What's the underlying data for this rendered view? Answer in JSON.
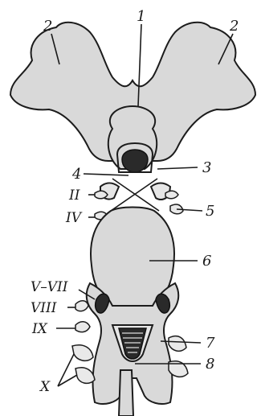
{
  "labels": {
    "l1": "1",
    "l2a": "2",
    "l2b": "2",
    "l3": "3",
    "l4": "4",
    "l5": "5",
    "l6": "6",
    "l7": "7",
    "l8": "8",
    "lII": "II",
    "lIV": "IV",
    "lVVII": "V–VII",
    "lVIII": "VIII",
    "lIX": "IX",
    "lX": "X"
  }
}
